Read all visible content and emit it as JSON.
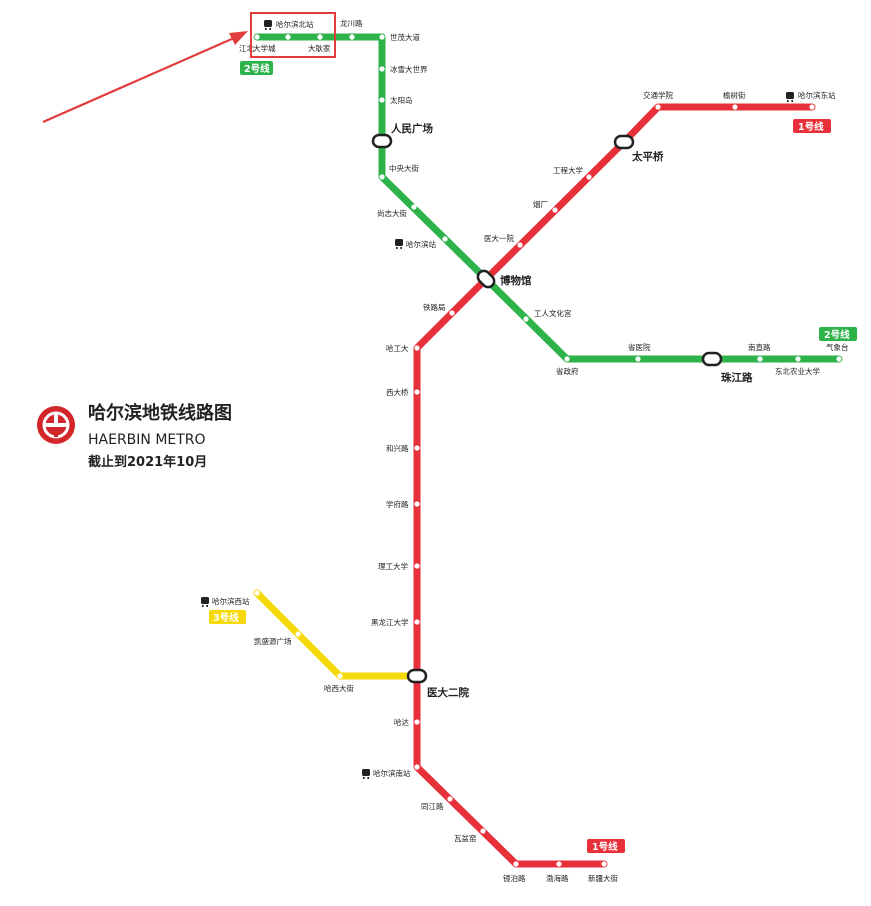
{
  "title": {
    "main": "哈尔滨地铁线路图",
    "english": "HAERBIN METRO",
    "date": "截止到2021年10月"
  },
  "colors": {
    "line1": "#e8303a",
    "line2": "#2db34a",
    "line3": "#f5d90a",
    "annotation": "#e23d3d"
  },
  "lines": {
    "line1": "1号线",
    "line2": "2号线",
    "line3": "3号线"
  },
  "stations": {
    "jiangbei": "江北",
    "daxuecheng": "大学城",
    "dageng": "大耿家",
    "harbin_north": "哈尔滨北站",
    "longchuan": "龙川路",
    "shimao": "世茂大道",
    "bingxue": "冰雪大世界",
    "taiyangdao": "太阳岛",
    "renmin": "人民广场",
    "zhongyang": "中央大街",
    "shangzhi": "尚志大街",
    "harbin_station": "哈尔滨站",
    "bowuguan": "博物馆",
    "gongren": "工人文化宫",
    "shengzhengfu": "省政府",
    "shengyiyuan": "省医院",
    "zhujiang": "珠江路",
    "nanzhi": "南直路",
    "dongnong": "东北农业大学",
    "qixiangtai": "气象台",
    "jiaotong": "交通学院",
    "yushu": "榆树街",
    "harbin_east": "哈尔滨东站",
    "taiping": "太平桥",
    "gongcheng": "工程大学",
    "yanchang": "烟厂",
    "yidayi": "医大一院",
    "tieluju": "铁路局",
    "hagongda": "哈工大",
    "xidaqiao": "西大桥",
    "hexing": "和兴路",
    "xuefu": "学府路",
    "ligong": "理工大学",
    "heilongjiang": "黑龙江大学",
    "yidaer": "医大二院",
    "hada": "哈达",
    "harbin_south": "哈尔滨南站",
    "tongjiang": "同江路",
    "wapenyao": "瓦盆窑",
    "jingbo": "镜泊路",
    "bohai": "渤海路",
    "xinjiang": "新疆大街",
    "harbin_west": "哈尔滨西站",
    "kaishengyuan": "凯盛源广场",
    "haxi": "哈西大街"
  }
}
